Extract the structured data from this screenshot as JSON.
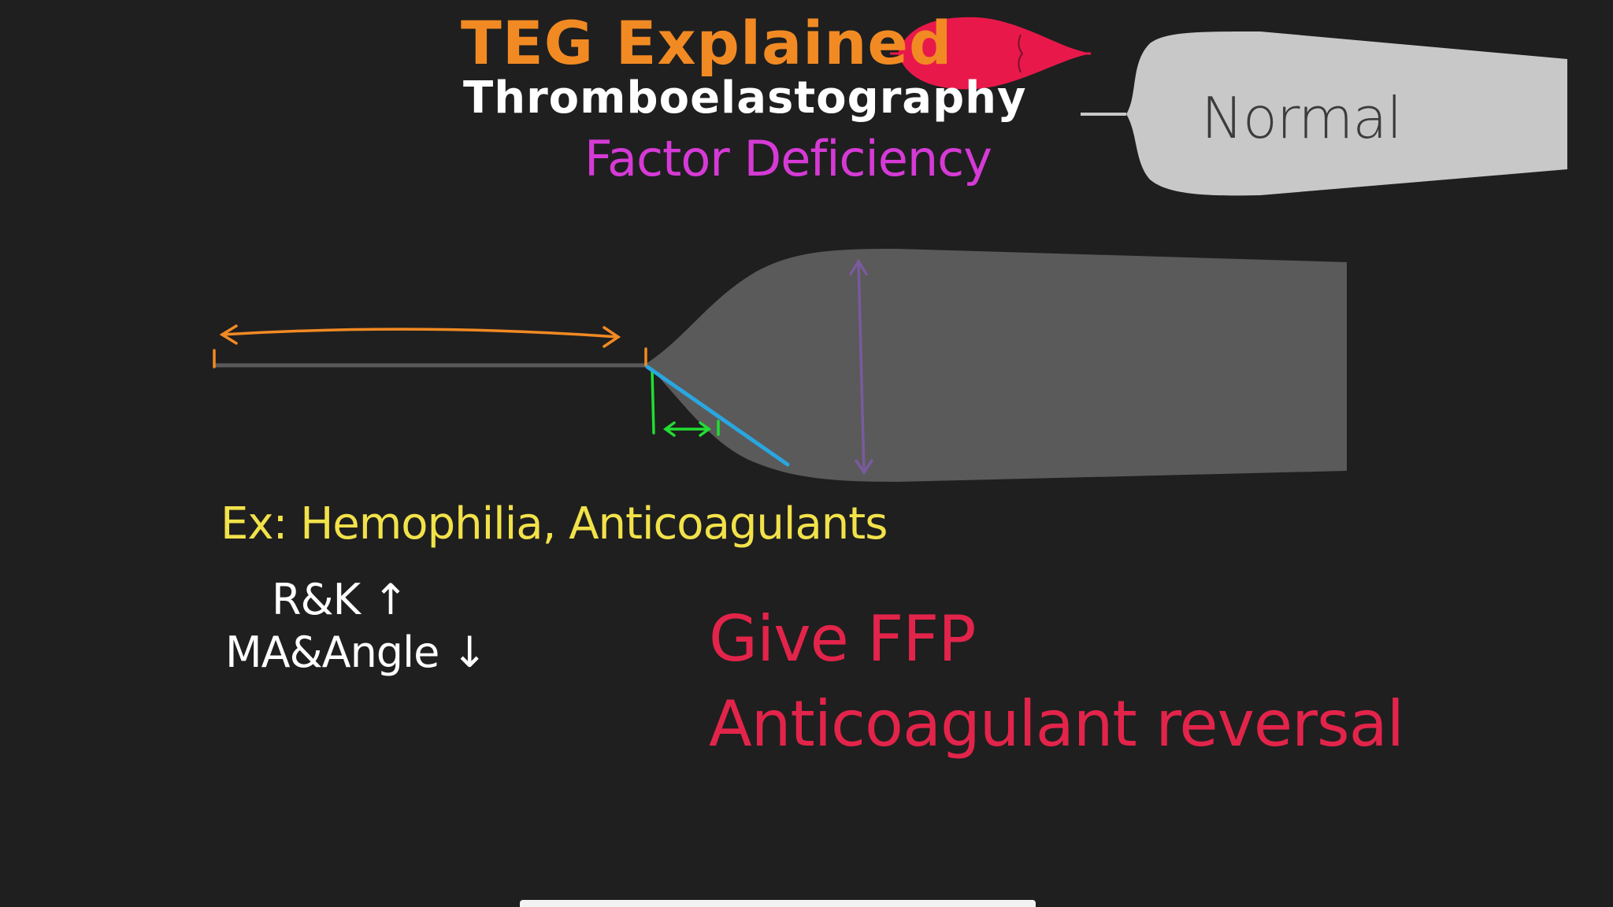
{
  "header": {
    "title": "TEG Explained",
    "subtitle": "Thromboelastography"
  },
  "slide": {
    "topic": "Factor Deficiency",
    "reference_label": "Normal",
    "examples": "Ex: Hemophilia, Anticoagulants",
    "findings": {
      "line1": "R&K ↑",
      "line2": "MA&Angle ↓"
    },
    "treatment": {
      "line1": "Give FFP",
      "line2": "Anticoagulant reversal"
    }
  },
  "colors": {
    "background": "#1f1f1f",
    "title": "#f28a23",
    "subtitle": "#ffffff",
    "topic": "#d63ad6",
    "examples": "#f2e24a",
    "findings": "#ffffff",
    "treatment": "#e3244a",
    "trace_fill": "#5a5a5a",
    "normal_trace_fill": "#c8c8c8",
    "logo_fill": "#e8194a",
    "r_time_arrow": "#f28a23",
    "k_time_arrow": "#22dd33",
    "angle_line": "#2aa6e0",
    "ma_arrow": "#7a5a9e"
  },
  "icons": {
    "logo": "teg-trace-logo-icon"
  }
}
